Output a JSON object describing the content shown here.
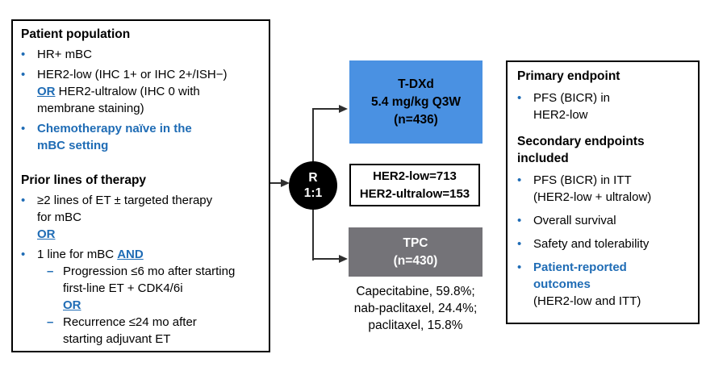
{
  "colors": {
    "accent_blue": "#1f6cb5",
    "box_blue": "#4a91e2",
    "box_gray": "#747378",
    "line_color": "#2f2f2f"
  },
  "left_panel": {
    "population": {
      "heading": "Patient population",
      "bullet_hr": "HR+ mBC",
      "her2_line1": "HER2-low (IHC 1+ or IHC 2+/ISH−)",
      "her2_or": "OR",
      "her2_line2": "HER2-ultralow (IHC 0 with",
      "her2_line3": "membrane staining)",
      "chemo_line1": "Chemotherapy naïve in the",
      "chemo_line2": "mBC setting"
    },
    "prior_therapy": {
      "heading": "Prior lines of therapy",
      "et_line1": "≥2 lines of ET ± targeted therapy",
      "et_line2": "for mBC",
      "et_or": "OR",
      "one_line_text": "1 line for mBC",
      "one_line_and": "AND",
      "progression_line1": "Progression ≤6 mo after starting",
      "progression_line2": "first-line ET + CDK4/6i",
      "progression_or": "OR",
      "recurrence_line1": "Recurrence ≤24 mo after",
      "recurrence_line2": "starting adjuvant ET"
    }
  },
  "randomization": {
    "letter": "R",
    "ratio": "1:1"
  },
  "arms": {
    "tdxd": {
      "name": "T-DXd",
      "dose": "5.4 mg/kg Q3W",
      "enrollment": "(n=436)"
    },
    "cohort_counts": {
      "line1": "HER2-low=713",
      "line2": "HER2-ultralow=153"
    },
    "tpc": {
      "name": "TPC",
      "enrollment": "(n=430)"
    },
    "tpc_composition": {
      "line1": "Capecitabine, 59.8%;",
      "line2": "nab-paclitaxel, 24.4%;",
      "line3": "paclitaxel, 15.8%"
    }
  },
  "endpoints_panel": {
    "primary_heading": "Primary endpoint",
    "primary_line1": "PFS (BICR) in",
    "primary_line2": "HER2-low",
    "secondary_heading_line1": "Secondary endpoints",
    "secondary_heading_line2": "included",
    "pfs_itt_line1": "PFS (BICR) in ITT",
    "pfs_itt_line2": "(HER2-low + ultralow)",
    "overall_survival": "Overall survival",
    "safety": "Safety and tolerability",
    "pro_line1": "Patient-reported",
    "pro_line2": "outcomes",
    "pro_line3": "(HER2-low and ITT)"
  }
}
